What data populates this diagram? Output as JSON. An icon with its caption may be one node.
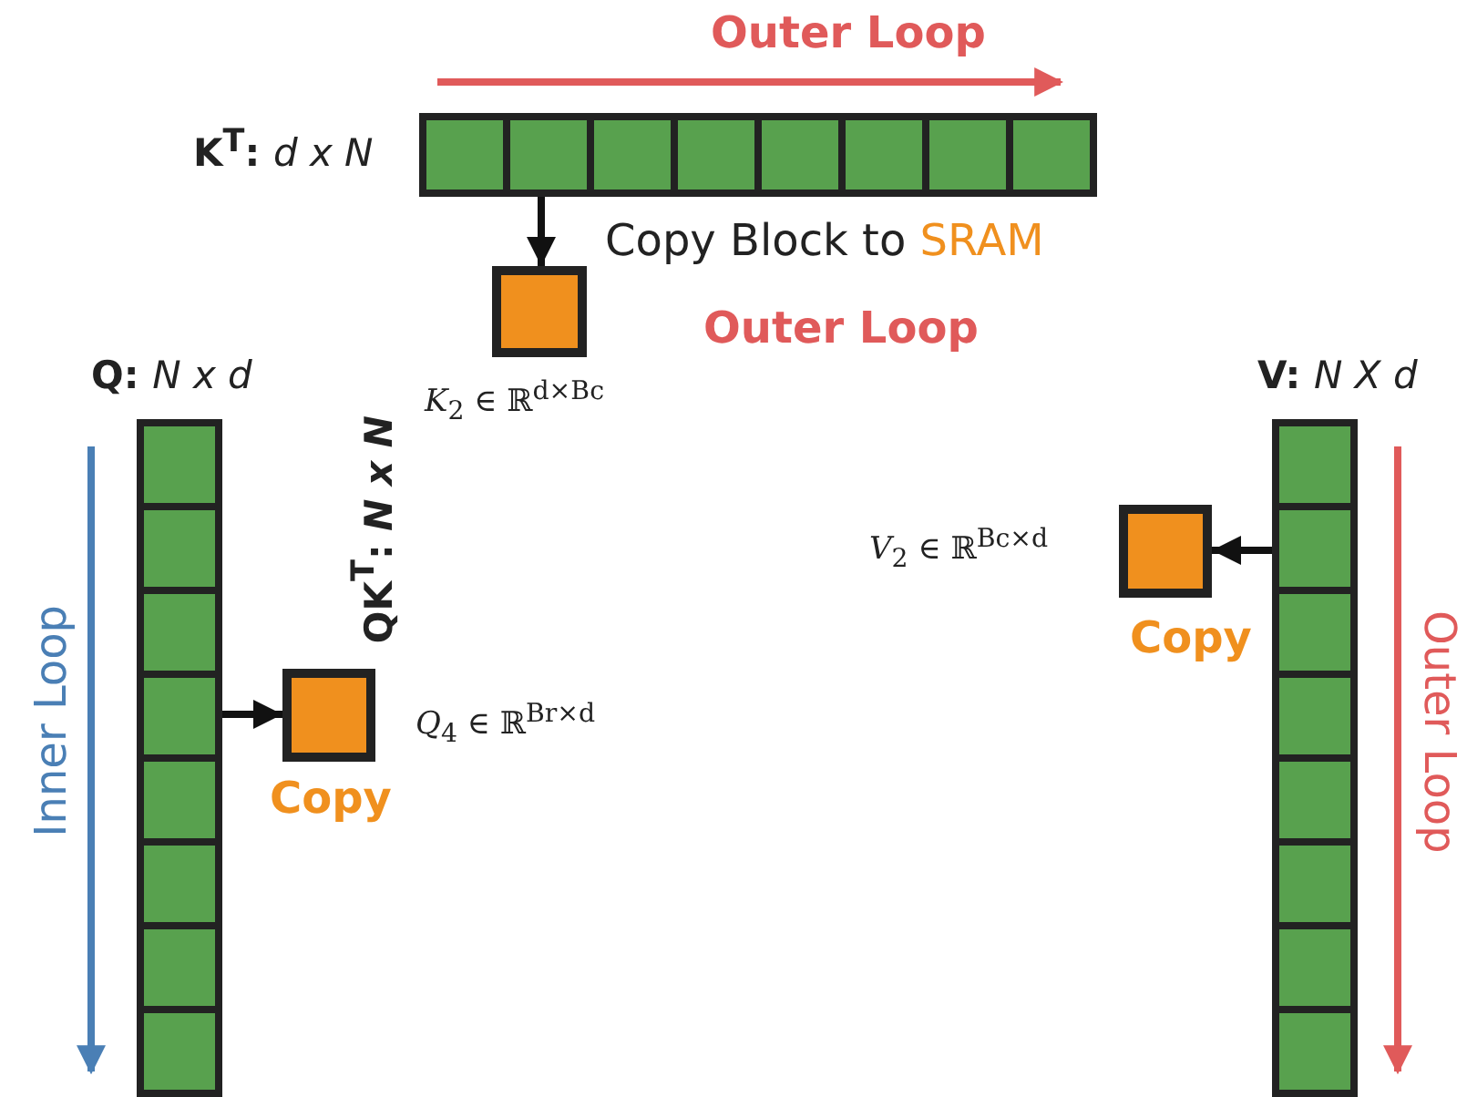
{
  "diagram": {
    "nodes": [
      {
        "text": [
          "K$^{T}$: *d x N*"
        ]
      },
      {
        "text": [],
        "shape": "box",
        "beside": [
          "*K*$_{2}$ ∈ ℝ$^{d×Bc}$"
        ]
      },
      {
        "text": [
          "Q: *N x d*"
        ]
      },
      {
        "text": [],
        "shape": "box",
        "beside": [
          "*Q*$_{4}$ ∈ ℝ$^{Br×d}$"
        ]
      },
      {
        "text": [
          "V: *N X d*"
        ]
      },
      {
        "text": [],
        "shape": "box",
        "beside": [
          "*V*$_{2}$ ∈ ℝ$^{Bc×d}$"
        ]
      }
    ],
    "edges": [
      {
        "from": 0,
        "to": 1,
        "arrow": "to",
        "label": "Copy Block to SRAM"
      },
      {
        "from": 2,
        "to": 3,
        "arrow": "to",
        "label": "Copy"
      },
      {
        "from": 4,
        "to": 5,
        "arrow": "to",
        "label": "Copy"
      }
    ],
    "labels": [
      "Outer Loop",
      "Outer Loop",
      "QK$^{T}$: *N x N*",
      "Inner Loop",
      "Outer Loop"
    ]
  }
}
